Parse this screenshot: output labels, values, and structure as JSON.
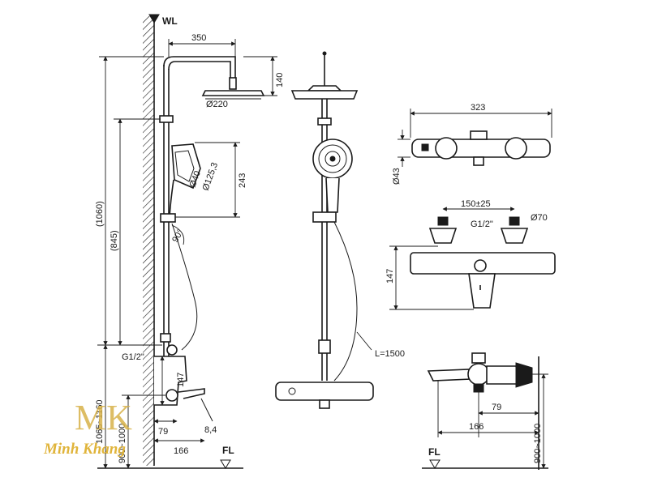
{
  "labels": {
    "wl": "WL",
    "fl_left": "FL",
    "fl_right": "FL",
    "d350": "350",
    "d140": "140",
    "d220": "Ø220",
    "d1060": "(1060)",
    "d845": "(845)",
    "d243": "243",
    "d1253": "Ø125,3",
    "d40": "Ø40",
    "d90": "90°",
    "g12_left": "G1/2\"",
    "d147_left": "147",
    "d1065": "1065~1160",
    "d900_left": "900~1000",
    "d79_left": "79",
    "d166_left": "166",
    "d84": "8,4",
    "hose": "L=1500",
    "d323": "323",
    "d43": "Ø43",
    "d150": "150±25",
    "d70": "Ø70",
    "g12_right": "G1/2\"",
    "d147_right": "147",
    "d79_right": "79",
    "d166_right": "166",
    "d900_right": "900~1000"
  },
  "logo": {
    "mark": "MK",
    "name": "Minh Khang"
  },
  "colors": {
    "line": "#1a1a1a",
    "logo": "#e0b43a"
  }
}
